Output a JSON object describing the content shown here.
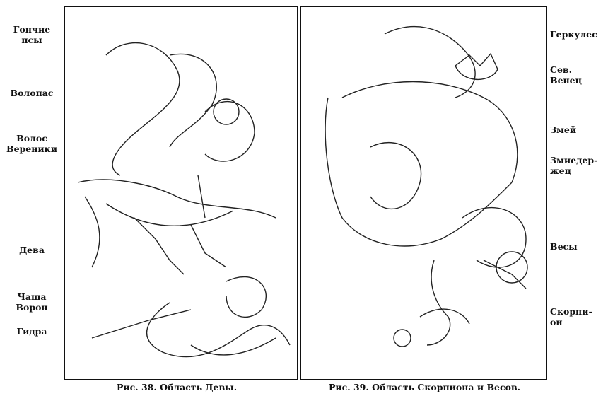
{
  "figures": [
    {
      "caption": "Рис. 38. Область Девы.",
      "labels": [
        "Гончие псы",
        "Волопас",
        "Волос",
        "Вереники",
        "Дева",
        "Чаша",
        "Ворон",
        "Гидра"
      ]
    },
    {
      "caption": "Рис. 39. Область Скорпиона и Весов.",
      "labels": [
        "Геркулес",
        "Сев. Венец",
        "Змей",
        "Змиедер-",
        "жец",
        "Весы",
        "Скорпи-",
        "он"
      ]
    }
  ]
}
